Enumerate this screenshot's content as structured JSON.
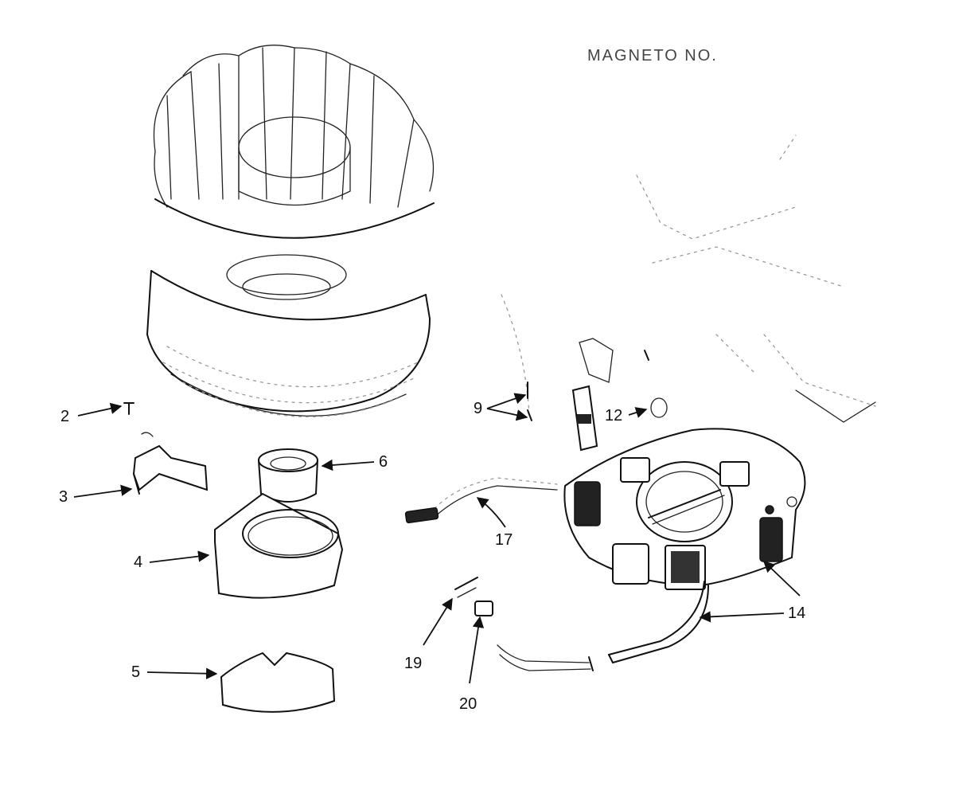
{
  "diagram": {
    "title": "MAGNETO NO.",
    "callouts": {
      "c2": "2",
      "c3": "3",
      "c4": "4",
      "c5": "5",
      "c6": "6",
      "c9": "9",
      "c12": "12",
      "c14": "14",
      "c17": "17",
      "c19": "19",
      "c20": "20"
    }
  }
}
